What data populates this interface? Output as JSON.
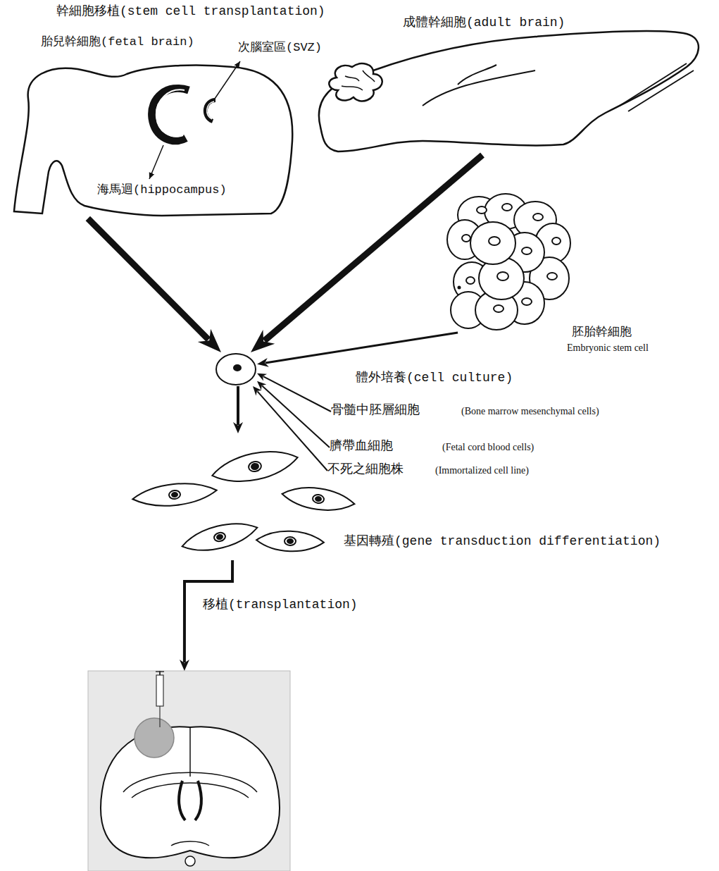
{
  "diagram": {
    "title": "幹細胞移植(stem cell transplantation)",
    "nodes": [
      {
        "text": [
          "胎兒幹細胞(fetal brain)"
        ]
      },
      {
        "text": [
          "成體幹細胞(adult brain)"
        ]
      },
      {
        "text": [
          "胚胎幹細胞",
          "Embryonic stem cell"
        ]
      },
      {
        "text": [
          "體外培養(cell culture)"
        ]
      },
      {
        "text": [
          "骨髓中胚層細胞",
          "(Bone marrow mesenchymal cells)"
        ]
      },
      {
        "text": [
          "臍帶血細胞",
          "(Fetal cord blood cells)"
        ]
      },
      {
        "text": [
          "不死之細胞株",
          "(Immortalized cell line)"
        ]
      },
      {
        "text": [
          "基因轉殖(gene transduction differentiation)"
        ]
      },
      {
        "text": [
          "移植(transplantation)"
        ]
      }
    ],
    "edges": [
      {
        "from": 0,
        "to": 3,
        "arrow": "to"
      },
      {
        "from": 1,
        "to": 3,
        "arrow": "to"
      },
      {
        "from": 2,
        "to": 3,
        "arrow": "to"
      },
      {
        "from": 4,
        "to": 3,
        "arrow": "to"
      },
      {
        "from": 5,
        "to": 3,
        "arrow": "to"
      },
      {
        "from": 6,
        "to": 3,
        "arrow": "to"
      },
      {
        "from": 3,
        "to": 7,
        "arrow": "to"
      },
      {
        "from": 7,
        "to": 8,
        "arrow": "to"
      }
    ],
    "labels": [
      "次腦室區(SVZ)",
      "海馬迴(hippocampus)"
    ]
  }
}
